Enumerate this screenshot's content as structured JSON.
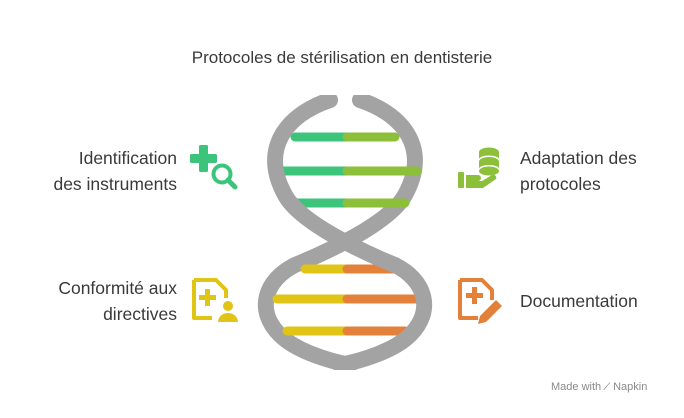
{
  "title": "Protocoles de stérilisation en dentisterie",
  "items": {
    "top_left": {
      "line1": "Identification",
      "line2": "des instruments",
      "icon": "add-search-icon",
      "color": "#3cc47c"
    },
    "bottom_left": {
      "line1": "Conformité aux",
      "line2": "directives",
      "icon": "document-add-user-icon",
      "color": "#e0c416"
    },
    "top_right": {
      "line1": "Adaptation des",
      "line2": "protocoles",
      "icon": "database-hand-icon",
      "color": "#8dc03a"
    },
    "bottom_right": {
      "line1": "Documentation",
      "icon": "medical-document-pen-icon",
      "color": "#e3813a"
    }
  },
  "helix": {
    "strand_color": "#a3a3a3"
  },
  "footer": {
    "prefix": "Made with",
    "brand": "Napkin"
  }
}
